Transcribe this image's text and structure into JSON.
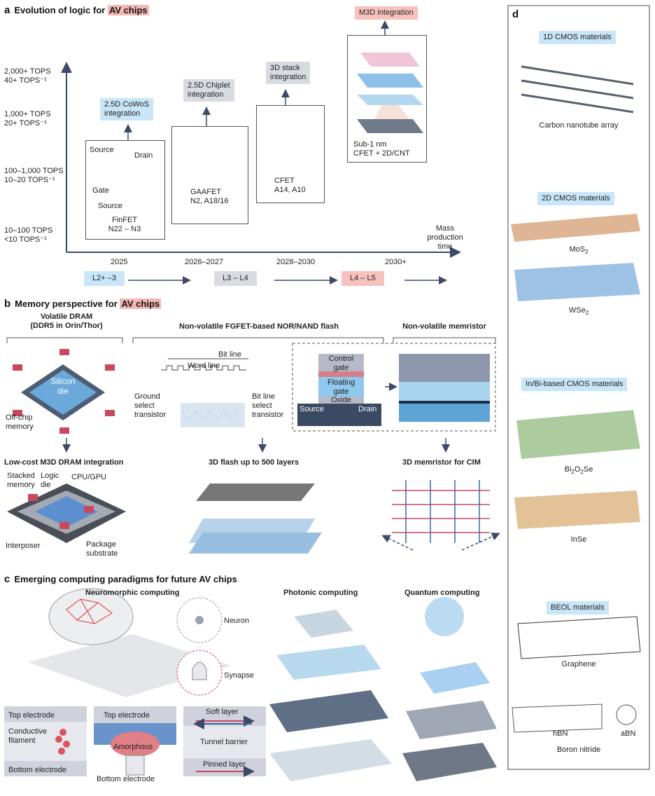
{
  "panel_a": {
    "letter": "a",
    "title_prefix": "Evolution of logic for ",
    "title_highlight": "AV chips",
    "y_levels": [
      {
        "line1": "2,000+ TOPS",
        "line2": "40+ TOPS⁻¹"
      },
      {
        "line1": "1,000+ TOPS",
        "line2": "20+ TOPS⁻¹"
      },
      {
        "line1": "100–1,000 TOPS",
        "line2": "10–20 TOPS⁻¹"
      },
      {
        "line1": "10–100 TOPS",
        "line2": "<10 TOPS⁻¹"
      }
    ],
    "x_axis_label": [
      "Mass",
      "production",
      "time"
    ],
    "years": [
      "2025",
      "2026–2027",
      "2028–2030",
      "2030+"
    ],
    "levels": [
      "L2+ –3",
      "L3 – L4",
      "L4 – L5"
    ],
    "integrations": [
      {
        "line1": "2.5D CoWoS",
        "line2": "integration"
      },
      {
        "line1": "2.5D Chiplet",
        "line2": "integration"
      },
      {
        "line1": "3D stack",
        "line2": "integration"
      },
      {
        "line1": "M3D integration",
        "line2": ""
      }
    ],
    "finfet": {
      "source_top": "Source",
      "drain": "Drain",
      "gate": "Gate",
      "source_bottom": "Source",
      "name": "FinFET",
      "nodes": "N22 – N3"
    },
    "gaafet": {
      "name": "GAAFET",
      "nodes": "N2, A18/16"
    },
    "cfet": {
      "name": "CFET",
      "nodes": "A14, A10"
    },
    "m3d": {
      "line1": "Sub-1 nm",
      "line2": "CFET + 2D/CNT"
    }
  },
  "panel_b": {
    "letter": "b",
    "title_prefix": "Memory perspective for ",
    "title_highlight": "AV chips",
    "headers": [
      {
        "line1": "Volatile DRAM",
        "line2": "(DDR5 in Orin/Thor)"
      },
      {
        "line1": "Non-volatile FGFET-based NOR/NAND flash",
        "line2": ""
      },
      {
        "line1": "Non-volatile memristor",
        "line2": ""
      }
    ],
    "dram": {
      "die_line1": "Silicon",
      "die_line2": "die",
      "offchip_line1": "Off-chip",
      "offchip_line2": "memory"
    },
    "flash": {
      "bit_line": "Bit line",
      "word_line": "Word line",
      "ground_1": "Ground",
      "ground_2": "select",
      "ground_3": "transistor",
      "bitsel_1": "Bit line",
      "bitsel_2": "select",
      "bitsel_3": "transistor"
    },
    "fg": {
      "control_1": "Control",
      "control_2": "gate",
      "floating_1": "Floating",
      "floating_2": "gate",
      "oxide": "Oxide",
      "source": "Source",
      "drain": "Drain"
    },
    "bottom_titles": [
      "Low-cost M3D DRAM integration",
      "3D flash up to 500 layers",
      "3D memristor for CIM"
    ],
    "m3d_dram": {
      "stacked_1": "Stacked",
      "stacked_2": "memory",
      "logic_1": "Logic",
      "logic_2": "die",
      "cpu": "CPU/GPU",
      "interposer": "Interposer",
      "package_1": "Package",
      "package_2": "substrate"
    }
  },
  "panel_c": {
    "letter": "c",
    "title": "Emerging computing paradigms for future AV chips",
    "neuromorphic": "Neuromorphic computing",
    "neuron": "Neuron",
    "synapse": "Synapse",
    "photonic": "Photonic computing",
    "quantum": "Quantum computing",
    "dev1": {
      "top": "Top electrode",
      "mid_1": "Conductive",
      "mid_2": "filament",
      "bottom": "Bottom electrode"
    },
    "dev2": {
      "top": "Top electrode",
      "mid": "Amorphous",
      "bottom": "Bottom electrode"
    },
    "dev3": {
      "top": "Soft layer",
      "mid": "Tunnel barrier",
      "bottom": "Pinned layer"
    }
  },
  "panel_d": {
    "letter": "d",
    "sections": [
      {
        "tag": "1D CMOS materials",
        "items": [
          "Carbon nanotube array"
        ]
      },
      {
        "tag": "2D CMOS materials",
        "items": [
          "MoS",
          "WSe"
        ]
      },
      {
        "tag": "In/Bi-based CMOS materials",
        "items": [
          "Bi",
          "InSe"
        ]
      },
      {
        "tag": "BEOL materials",
        "items": [
          "Graphene",
          "hBN",
          "aBN",
          "Boron nitride"
        ]
      }
    ],
    "mos2_sub": "2",
    "wse2_sub": "2",
    "bi2o2se": {
      "p1": "Bi",
      "s1": "2",
      "p2": "O",
      "s2": "2",
      "p3": "Se"
    }
  },
  "colors": {
    "axis": "#3b4a66",
    "blue_tag": "#c8e6f7",
    "gray_tag": "#d9dbe3",
    "pink_tag": "#f5c2bd",
    "highlight": "#f3b7b3"
  }
}
